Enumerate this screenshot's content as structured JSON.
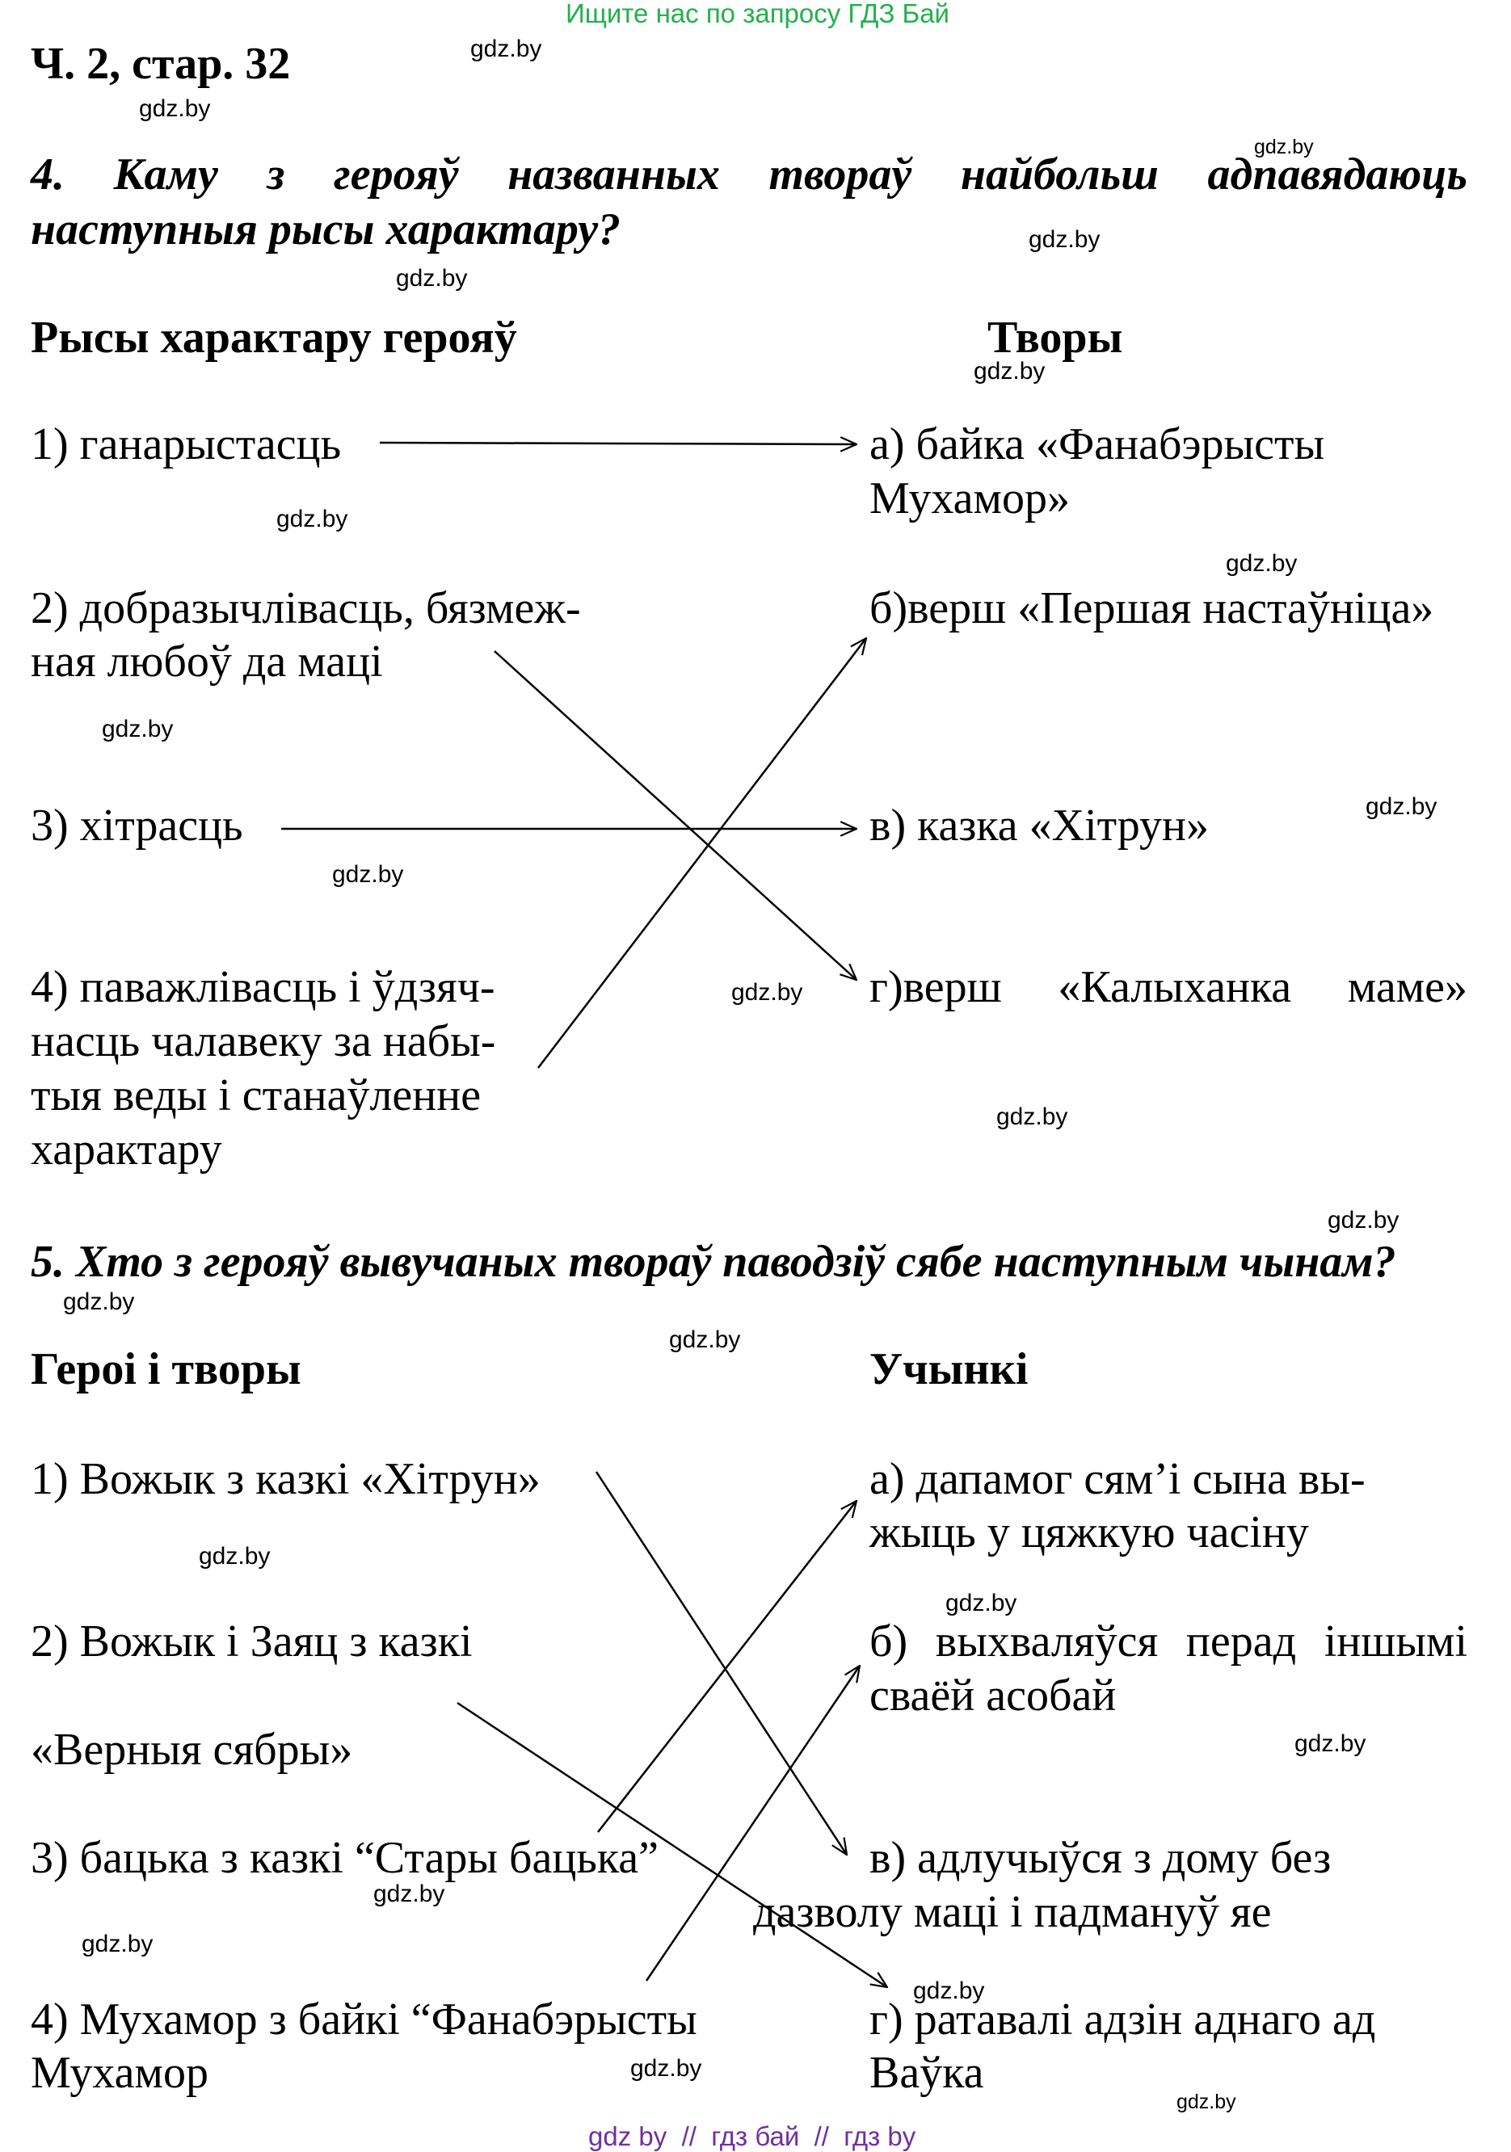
{
  "banner": "Ищите нас по запросу ГДЗ Бай",
  "page_ref": "Ч. 2, стар. 32",
  "watermark": "gdz.by",
  "footer": "gdz by  //  гдз бай  //  гдз by",
  "task4": {
    "question_line1": "4. Каму з герояў названных твораў найбольш адпавядаюць",
    "question_line2": "наступныя рысы характару?",
    "left_header": "Рысы характару герояў",
    "right_header": "Творы",
    "left_items": [
      [
        "1) ганарыстасць"
      ],
      [
        "2) добразычлівасць, бязмеж-",
        "ная любоў да маці"
      ],
      [
        "3) хітрасць"
      ],
      [
        "4) паважлівасць і ўдзяч-",
        "насць чалавеку за набы-",
        "тыя веды і станаўленне",
        "характару"
      ]
    ],
    "right_items": [
      [
        "а) байка «Фанабэрысты",
        "Мухамор»"
      ],
      [
        "б)верш «Першая настаўніца»"
      ],
      [
        "в) казка «Хітрун»"
      ],
      [
        "г)верш  «Калыханка  маме»"
      ]
    ]
  },
  "task5": {
    "question": "5. Хто з герояў вывучаных твораў паводзіў сябе наступным чынам?",
    "left_header": "Героі і творы",
    "right_header": "Учынкі",
    "left_items": [
      [
        "1) Вожык з казкі «Хітрун»"
      ],
      [
        "2) Вожык і Заяц з казкі"
      ],
      [
        "«Верныя сябры»"
      ],
      [
        "3) бацька з казкі “Стары бацька”"
      ],
      [
        "4) Мухамор з байкі “Фанабэрысты",
        "Мухамор"
      ]
    ],
    "right_items": [
      [
        "а) дапамог сям’і сына вы-",
        "жыць у цяжкую часіну"
      ],
      [
        "б)  выхваляўся  перад  іншымі",
        "сваёй асобай"
      ],
      [
        "в) адлучыўся з дому без",
        "дазволу маці і падмануў яе"
      ],
      [
        "г) ратавалі адзін аднаго ад",
        "Ваўка"
      ]
    ]
  },
  "matches": {
    "task4": [
      [
        "1",
        "а"
      ],
      [
        "2",
        "г"
      ],
      [
        "3",
        "в"
      ],
      [
        "4",
        "б"
      ]
    ],
    "task5": [
      [
        "1",
        "в"
      ],
      [
        "2",
        "г"
      ],
      [
        "3",
        "а"
      ],
      [
        "4",
        "б"
      ]
    ]
  }
}
